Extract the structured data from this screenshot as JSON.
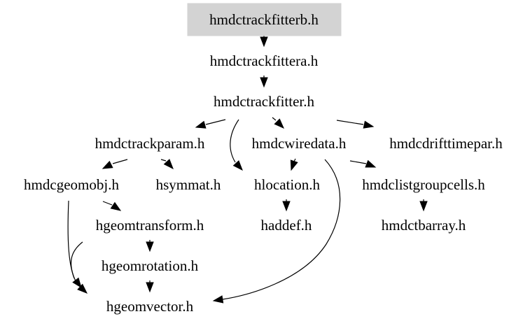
{
  "diagram": {
    "highlight_color": "#d3d3d3",
    "nodes": {
      "hmdctrackfitterb": {
        "label": "hmdctrackfitterb.h",
        "highlighted": true
      },
      "hmdctrackfittera": {
        "label": "hmdctrackfittera.h"
      },
      "hmdctrackfitter": {
        "label": "hmdctrackfitter.h"
      },
      "hmdctrackparam": {
        "label": "hmdctrackparam.h"
      },
      "hmdcwiredata": {
        "label": "hmdcwiredata.h"
      },
      "hmdcdrifttimepar": {
        "label": "hmdcdrifttimepar.h"
      },
      "hmdcgeomobj": {
        "label": "hmdcgeomobj.h"
      },
      "hsymmat": {
        "label": "hsymmat.h"
      },
      "hlocation": {
        "label": "hlocation.h"
      },
      "hmdclistgroupcells": {
        "label": "hmdclistgroupcells.h"
      },
      "hgeomtransform": {
        "label": "hgeomtransform.h"
      },
      "haddef": {
        "label": "haddef.h"
      },
      "hmdctbarray": {
        "label": "hmdctbarray.h"
      },
      "hgeomrotation": {
        "label": "hgeomrotation.h"
      },
      "hgeomvector": {
        "label": "hgeomvector.h"
      }
    },
    "edges": [
      {
        "from": "hmdctrackfitterb",
        "to": "hmdctrackfittera"
      },
      {
        "from": "hmdctrackfittera",
        "to": "hmdctrackfitter"
      },
      {
        "from": "hmdctrackfitter",
        "to": "hmdctrackparam"
      },
      {
        "from": "hmdctrackfitter",
        "to": "hmdcwiredata"
      },
      {
        "from": "hmdctrackfitter",
        "to": "hmdcdrifttimepar"
      },
      {
        "from": "hmdctrackfitter",
        "to": "hlocation"
      },
      {
        "from": "hmdctrackparam",
        "to": "hmdcgeomobj"
      },
      {
        "from": "hmdctrackparam",
        "to": "hsymmat"
      },
      {
        "from": "hmdcwiredata",
        "to": "hlocation"
      },
      {
        "from": "hmdcwiredata",
        "to": "hmdclistgroupcells"
      },
      {
        "from": "hmdcwiredata",
        "to": "hgeomvector"
      },
      {
        "from": "hmdcgeomobj",
        "to": "hgeomtransform"
      },
      {
        "from": "hmdcgeomobj",
        "to": "hgeomvector"
      },
      {
        "from": "hlocation",
        "to": "haddef"
      },
      {
        "from": "hmdclistgroupcells",
        "to": "hmdctbarray"
      },
      {
        "from": "hgeomtransform",
        "to": "hgeomrotation"
      },
      {
        "from": "hgeomtransform",
        "to": "hgeomvector"
      },
      {
        "from": "hgeomrotation",
        "to": "hgeomvector"
      }
    ]
  }
}
